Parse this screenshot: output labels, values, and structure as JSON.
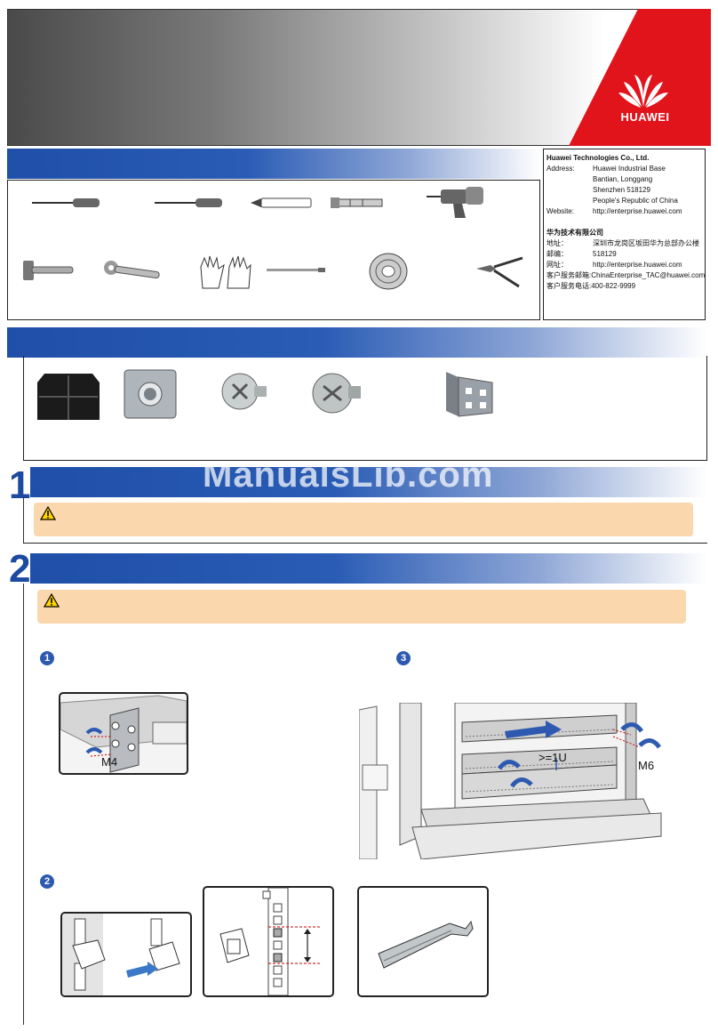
{
  "brand": {
    "name": "HUAWEI",
    "color": "#e1141c"
  },
  "contact": {
    "company_en": "Huawei Technologies Co., Ltd.",
    "address_label": "Address:",
    "address_lines": [
      "Huawei Industrial Base",
      "Bantian, Longgang",
      "Shenzhen 518129",
      "People's Republic of China"
    ],
    "website_label": "Website:",
    "website": "http://enterprise.huawei.com",
    "company_cn": "华为技术有限公司",
    "addr_cn_label": "地址：",
    "addr_cn": "深圳市龙岗区坂田华为总部办公楼",
    "zip_label": "邮编：",
    "zip": "518129",
    "web_cn_label": "网址：",
    "web_cn": "http://enterprise.huawei.com",
    "email_label": "客户服务邮箱:",
    "email": "ChinaEnterprise_TAC@huawei.com",
    "phone_label": "客户服务电话:",
    "phone": "400-822-9999"
  },
  "sections": {
    "step1_number": "1",
    "step2_number": "2"
  },
  "substeps": {
    "a": "1",
    "b": "2",
    "c": "3"
  },
  "figure_labels": {
    "m4": "M4",
    "m6": "M6",
    "rack_unit": ">=1U"
  },
  "watermark": "ManualsLib.com",
  "icons": [
    "screwdriver-icon",
    "insulator-icon",
    "expansion-bolt-icon",
    "hammer-drill-icon",
    "hammer-icon",
    "wrench-icon",
    "gloves-icon",
    "cable-tie-icon",
    "cable-roll-icon",
    "diagonal-pliers-icon",
    "rubber-pad-icon",
    "floating-nut-icon",
    "screw-icon",
    "mounting-bracket-icon",
    "warning-icon"
  ]
}
